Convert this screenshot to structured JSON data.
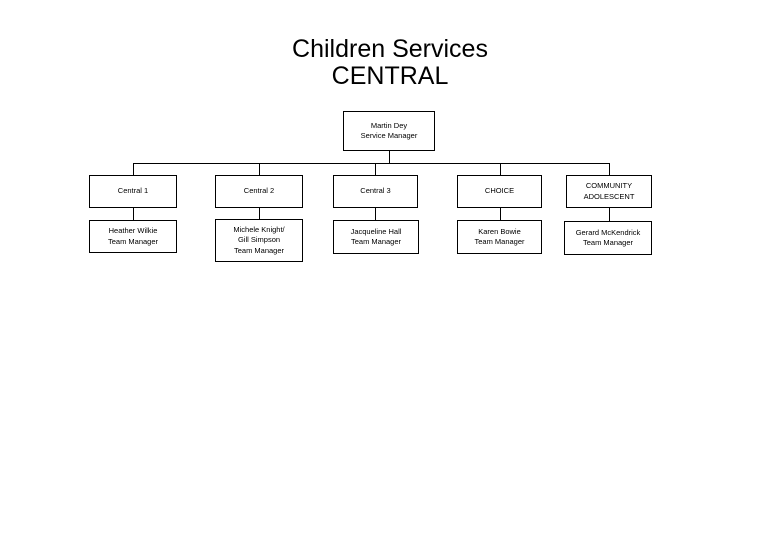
{
  "title": {
    "line1": "Children Services",
    "line2": "CENTRAL"
  },
  "org_chart": {
    "root": {
      "name": "Martin Dey",
      "role": "Service Manager"
    },
    "teams": [
      {
        "unit": "Central 1",
        "manager_name": "Heather Wilkie",
        "manager_role": "Team Manager"
      },
      {
        "unit": "Central 2",
        "manager_name": "Michele Knight/\nGill Simpson",
        "manager_role": "Team Manager"
      },
      {
        "unit": "Central 3",
        "manager_name": "Jacqueline Hall",
        "manager_role": "Team Manager"
      },
      {
        "unit": "CHOICE",
        "manager_name": "Karen Bowie",
        "manager_role": "Team Manager"
      },
      {
        "unit": "COMMUNITY\nADOLESCENT",
        "manager_name": "Gerard McKendrick",
        "manager_role": "Team Manager"
      }
    ]
  },
  "colors": {
    "background": "#ffffff",
    "box_border": "#000000",
    "connector_line": "#000000",
    "text": "#000000"
  }
}
